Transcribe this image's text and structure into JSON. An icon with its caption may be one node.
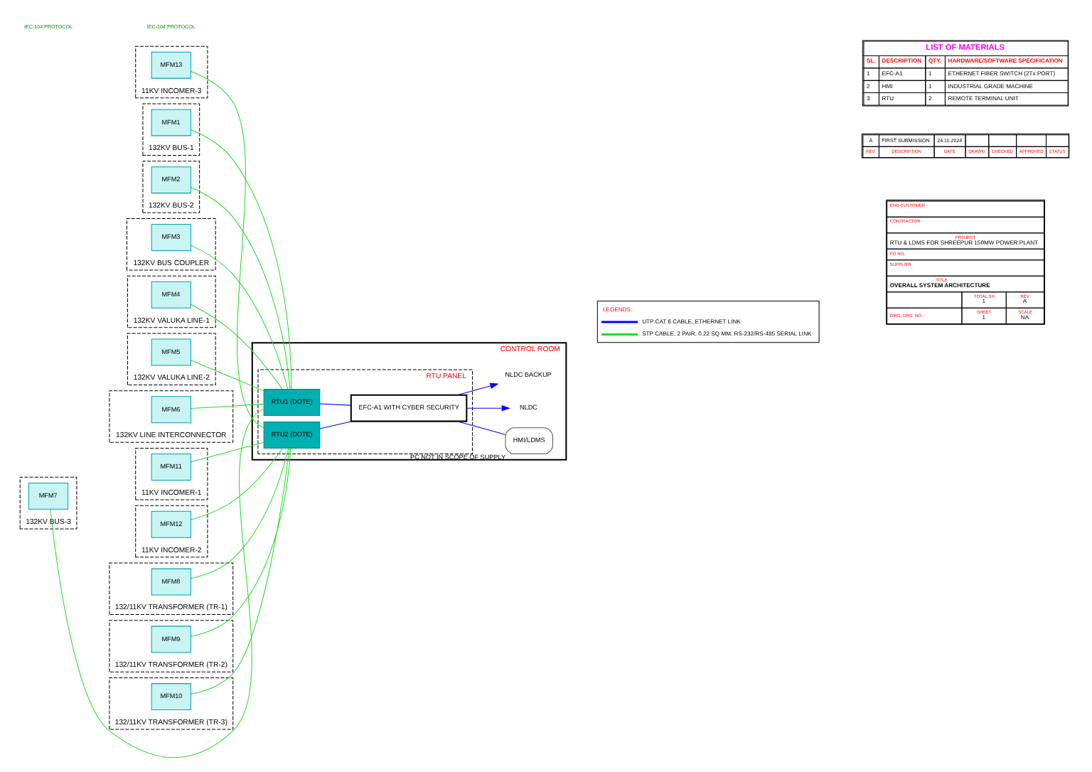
{
  "diagram": {
    "nodes": [
      {
        "text": [
          "CONTROL ROOM"
        ]
      },
      {
        "text": [
          "RTU PANEL"
        ],
        "in": 0
      },
      {
        "text": [
          "EFC-A1 WITH CYBER SECURITY"
        ],
        "in": 1
      },
      {
        "text": [
          "RTU1 (DOTE)"
        ],
        "in": 1
      },
      {
        "text": [
          "RTU2 (DOTE)"
        ],
        "in": 1
      },
      {
        "text": [
          "NLDC"
        ],
        "in": 0
      },
      {
        "text": [
          "NLDC BACKUP"
        ],
        "in": 0
      },
      {
        "text": [
          "HMI/LDMS"
        ],
        "in": 0,
        "beside": [
          "PC NOT IN SCOPE OF SUPPLY"
        ]
      },
      {
        "text": [
          "132KV BUS-1"
        ]
      },
      {
        "text": [
          "MFM1"
        ],
        "in": 8
      },
      {
        "text": [
          "132KV BUS-2"
        ]
      },
      {
        "text": [
          "MFM2"
        ],
        "in": 10
      },
      {
        "text": [
          "132KV BUS COUPLER"
        ]
      },
      {
        "text": [
          "MFM3"
        ],
        "in": 12
      },
      {
        "text": [
          "132KV VALUKA LINE-1"
        ]
      },
      {
        "text": [
          "MFM4"
        ],
        "in": 14
      },
      {
        "text": [
          "132KV VALUKA LINE-2"
        ]
      },
      {
        "text": [
          "MFM5"
        ],
        "in": 16
      },
      {
        "text": [
          "132KV LINE INTERCONNECTOR"
        ]
      },
      {
        "text": [
          "MFM6"
        ],
        "in": 18
      },
      {
        "text": [
          "132KV BUS-3"
        ]
      },
      {
        "text": [
          "MFM7"
        ],
        "in": 20
      },
      {
        "text": [
          "132/11KV TRANSFORMER (TR-1)"
        ]
      },
      {
        "text": [
          "MFM8"
        ],
        "in": 22
      },
      {
        "text": [
          "132/11KV TRANSFORMER (TR-2)"
        ]
      },
      {
        "text": [
          "MFM9"
        ],
        "in": 24
      },
      {
        "text": [
          "132/11KV TRANSFORMER (TR-3)"
        ]
      },
      {
        "text": [
          "MFM10"
        ],
        "in": 26
      },
      {
        "text": [
          "11KV INCOMER-1"
        ]
      },
      {
        "text": [
          "MFM11"
        ],
        "in": 28
      },
      {
        "text": [
          "11KV INCOMER-2"
        ]
      },
      {
        "text": [
          "MFM12"
        ],
        "in": 30
      },
      {
        "text": [
          "11KV INCOMER-3"
        ]
      },
      {
        "text": [
          "MFM13"
        ],
        "in": 32
      }
    ],
    "edges": [
      {
        "from": 9,
        "to": 3,
        "arrow": "none"
      },
      {
        "from": 11,
        "to": 3,
        "arrow": "none"
      },
      {
        "from": 13,
        "to": 3,
        "arrow": "none"
      },
      {
        "from": 15,
        "to": 3,
        "arrow": "none"
      },
      {
        "from": 17,
        "to": 3,
        "arrow": "none"
      },
      {
        "from": 19,
        "to": 3,
        "arrow": "none"
      },
      {
        "from": 21,
        "to": 3,
        "arrow": "none"
      },
      {
        "from": 23,
        "to": 4,
        "arrow": "none"
      },
      {
        "from": 25,
        "to": 4,
        "arrow": "none"
      },
      {
        "from": 27,
        "to": 4,
        "arrow": "none"
      },
      {
        "from": 29,
        "to": 4,
        "arrow": "none"
      },
      {
        "from": 31,
        "to": 4,
        "arrow": "none"
      },
      {
        "from": 33,
        "to": 4,
        "arrow": "none"
      },
      {
        "from": 3,
        "to": 2,
        "arrow": "none",
        "color": "#0000ff"
      },
      {
        "from": 4,
        "to": 2,
        "arrow": "none",
        "color": "#0000ff"
      },
      {
        "from": 2,
        "to": 7,
        "arrow": "none",
        "color": "#0000ff"
      },
      {
        "from": 2,
        "to": 5,
        "arrow": "to",
        "color": "#0000ff"
      },
      {
        "from": 2,
        "to": 6,
        "arrow": "to",
        "color": "#0000ff"
      }
    ],
    "labels": [
      "IEC-104 PROTOCOL",
      "IEC-104 PROTOCOL",
      "LEGENDS:",
      "LIST OF MATERIALS",
      "SL.",
      "DESCRIPTION",
      "QTY.",
      "HARDWARE/SOFTWARE SPECIFICATION",
      "1",
      "EFC-A1",
      "1",
      "ETHERNET FIBER SWITCH (2Tx PORT)",
      "2",
      "HMI",
      "1",
      "INDUSTRIAL GRADE MACHINE",
      "3",
      "RTU",
      "2",
      "REMOTE TERMINAL UNIT",
      "A",
      "FIRST SUBMISSION",
      "24.11.2024",
      "REV.",
      "DESCRIPTION",
      "DATE",
      "DRAWN",
      "CHECKED",
      "APPROVED",
      "STATUS",
      "END CUSTOMER",
      "CONTRACTOR",
      "PROJECT",
      "RTU & LDMS FOR SHREEPUR 150MW POWER PLANT",
      "PO NO.",
      "SUPPLIER",
      "TITLE",
      "OVERALL SYSTEM ARCHITECTURE",
      "TOTAL SH",
      "1",
      "REV",
      "A",
      "SHEET",
      "1",
      "SCALE",
      "NA",
      "DWG. DRG. NO."
    ],
    "legend": [
      {
        "text": "UTP CAT 6 CABLE, ETHERNET LINK"
      },
      {
        "text": "STP CABLE, 2 PAIR, 0.22 SQ MM, RS-232/RS-485 SERIAL LINK"
      }
    ]
  }
}
